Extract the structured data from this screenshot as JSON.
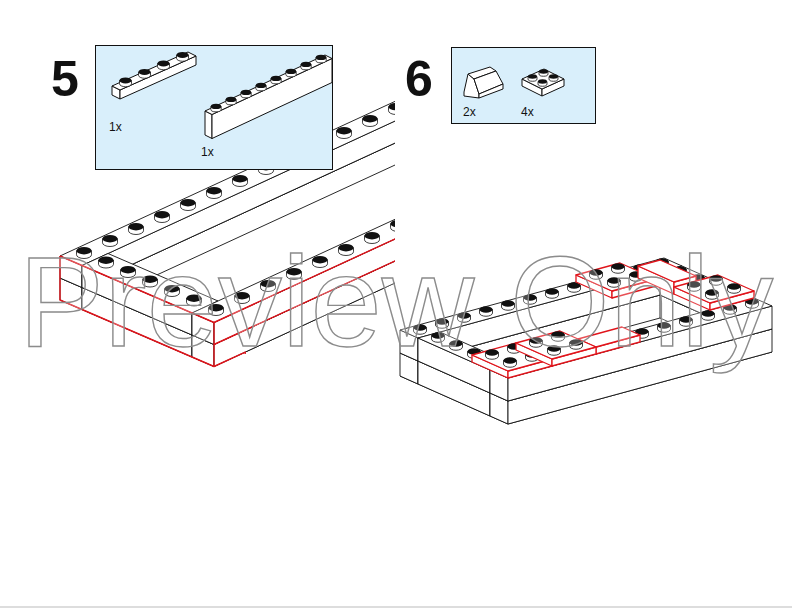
{
  "diagram": {
    "nodes": [
      {
        "text": [
          "5",
          "1x",
          "1x"
        ]
      },
      {
        "text": [
          "6",
          "2x",
          "4x"
        ]
      }
    ],
    "labels": [
      "Preview Only"
    ]
  }
}
